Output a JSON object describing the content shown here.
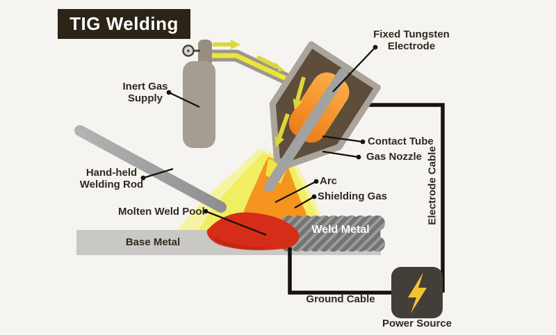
{
  "diagram": {
    "title": "TIG Welding",
    "labels": {
      "fixed_tungsten_electrode": "Fixed Tungsten Electrode",
      "inert_gas_supply": "Inert Gas Supply",
      "hand_held_welding_rod": "Hand-held Welding Rod",
      "molten_weld_pool": "Molten Weld Pool",
      "arc": "Arc",
      "shielding_gas": "Shielding Gas",
      "contact_tube": "Contact Tube",
      "gas_nozzle": "Gas Nozzle",
      "base_metal": "Base Metal",
      "weld_metal": "Weld Metal",
      "electrode_cable": "Electrode Cable",
      "ground_cable": "Ground Cable",
      "power_source": "Power Source"
    },
    "icons": {
      "power_source": "lightning-bolt",
      "gas_flow": "yellow-arrow",
      "gauge": "pressure-gauge"
    },
    "colors": {
      "background": "#f5f4f1",
      "title_bg": "#2b2417",
      "title_text": "#ffffff",
      "label_text": "#2f2a1d",
      "cable_black": "#17120d",
      "cylinder_gray": "#a59d91",
      "hose_gray": "#9d968b",
      "hose_core_yellow": "#eae63f",
      "arrow_yellow": "#ddd73a",
      "torch_body_brown": "#5d4d3a",
      "torch_outline_gray": "#aaa49b",
      "contact_tube_orange": "#f49a33",
      "electrode_gray": "#a2a2a2",
      "shield_gas_yellow": "#f1ee63",
      "arc_orange": "#f5941f",
      "molten_pool_red": "#d62d18",
      "base_metal_gray": "#cac8c4",
      "weld_bead_gray": "#9c9c9c",
      "power_bolt_yellow": "#f2c433"
    }
  }
}
